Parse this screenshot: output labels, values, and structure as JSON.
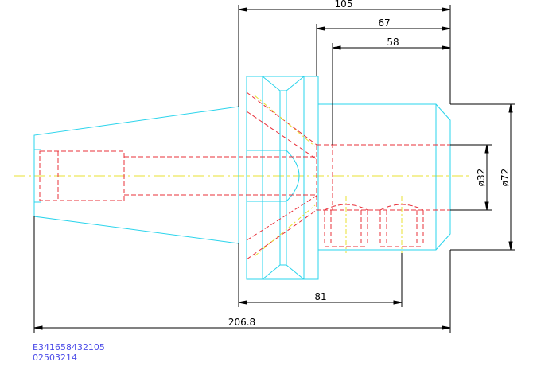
{
  "dimensions": {
    "d105": "105",
    "d67": "67",
    "d58": "58",
    "d81": "81",
    "d206": "206.8",
    "phi32": "ø32",
    "phi72": "ø72"
  },
  "codes": {
    "line1": "E341658432105",
    "line2": "02503214"
  },
  "colors": {
    "outline": "#2ad4ec",
    "hidden": "#e8303a",
    "centerline": "#e8e030",
    "dimension": "#000000",
    "code_text": "#4a4ae8"
  }
}
